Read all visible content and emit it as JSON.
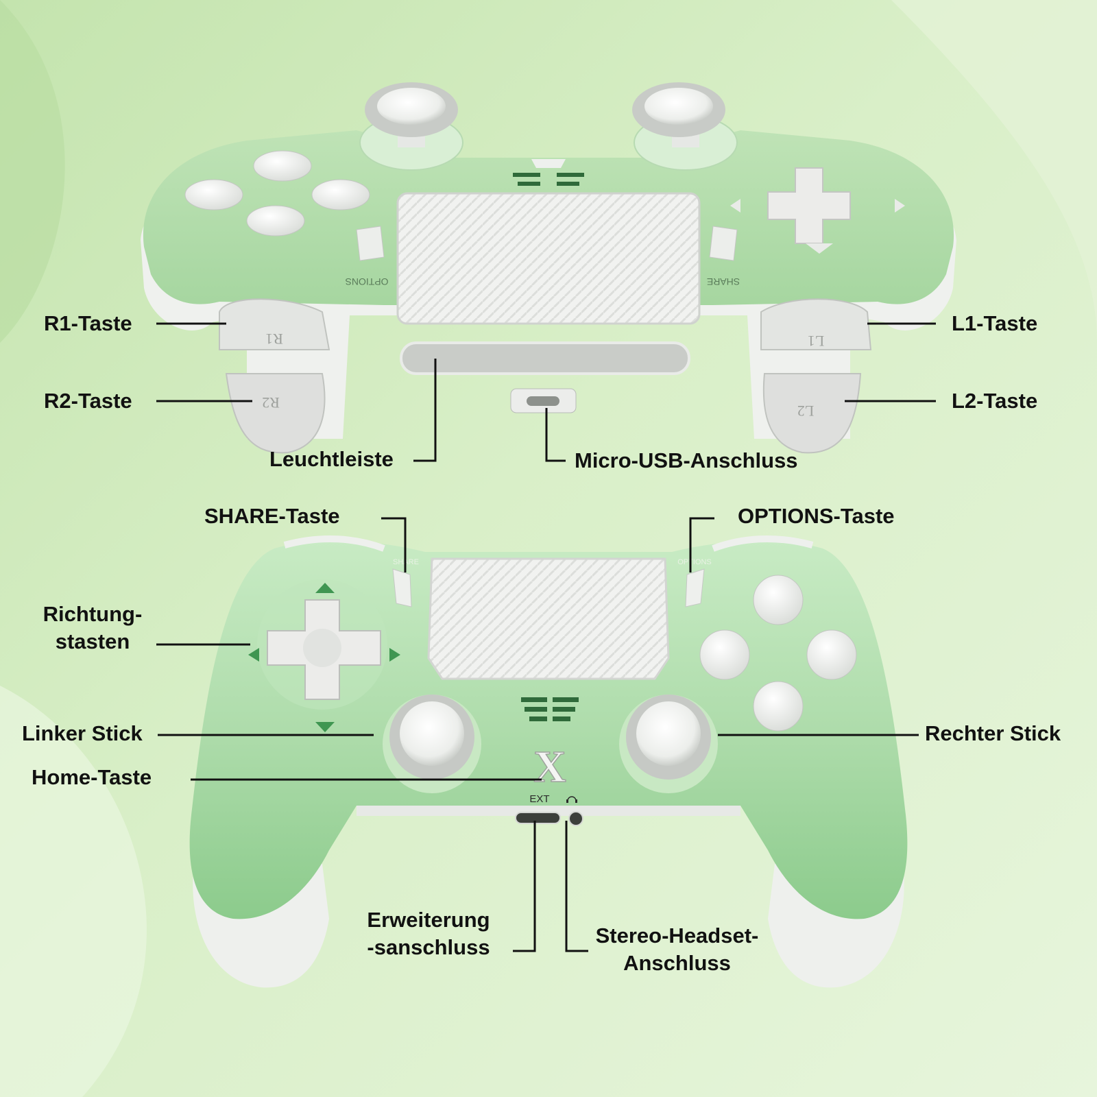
{
  "theme": {
    "background_light": "#eef8e4",
    "background_mid": "#c8e6b6",
    "controller_green": "#a9d9a4",
    "controller_green_dark": "#84c487",
    "accent_white": "#f3f4f2",
    "label_color": "#111111"
  },
  "top_view": {
    "labels": {
      "r1": "R1-Taste",
      "r2": "R2-Taste",
      "l1": "L1-Taste",
      "l2": "L2-Taste",
      "lightbar": "Leuchtleiste",
      "usb": "Micro-USB-Anschluss"
    },
    "printed": {
      "options": "OPTIONS",
      "share": "SHARE",
      "r1": "R1",
      "r2": "R2",
      "l1": "L1",
      "l2": "L2"
    }
  },
  "front_view": {
    "labels": {
      "share": "SHARE-Taste",
      "options": "OPTIONS-Taste",
      "dpad_line1": "Richtung-",
      "dpad_line2": "stasten",
      "left_stick": "Linker Stick",
      "right_stick": "Rechter Stick",
      "home": "Home-Taste",
      "ext_line1": "Erweiterung",
      "ext_line2": "-sanschluss",
      "headset_line1": "Stereo-Headset-",
      "headset_line2": "Anschluss"
    },
    "printed": {
      "share": "SHARE",
      "options": "OPTIONS",
      "ext": "EXT",
      "logo": "X"
    }
  },
  "icons": [
    "headphone-icon",
    "triangle-arrow-icon"
  ]
}
